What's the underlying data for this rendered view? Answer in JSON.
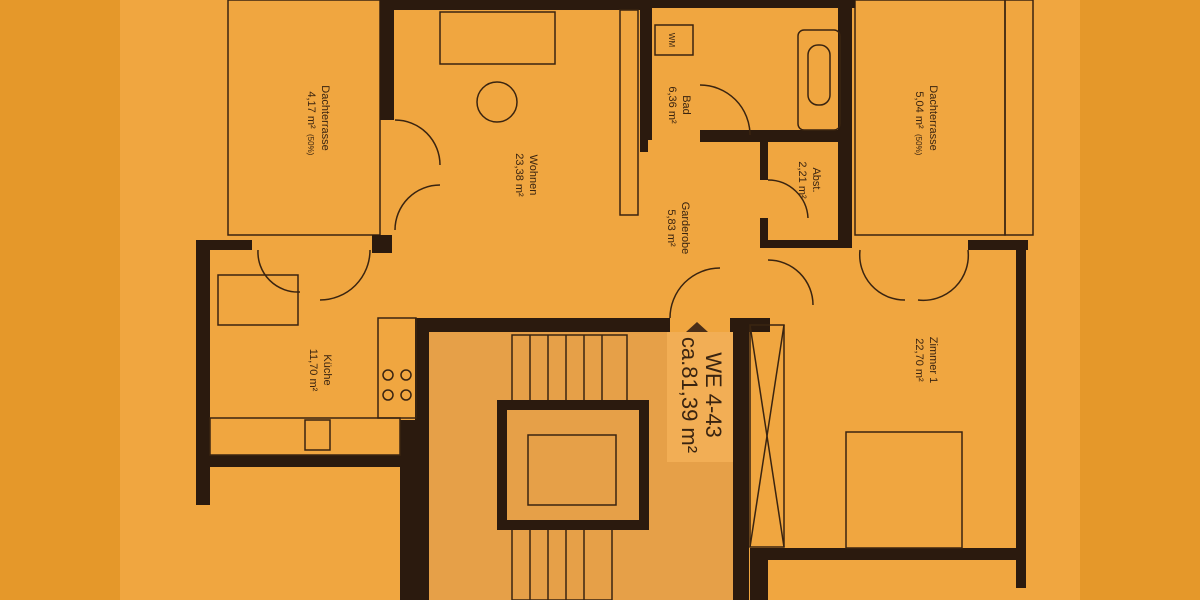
{
  "colors": {
    "paper": "#f0a640",
    "margin": "#e5982a",
    "wall": "#2b1a0e",
    "text": "#3a2410",
    "stair_area": "#e6a048"
  },
  "unit": {
    "id": "WE 4-43",
    "area": "ca.81,39 m²"
  },
  "rooms": [
    {
      "name": "Dachterrasse",
      "area": "4,17 m²",
      "note": "(50%)"
    },
    {
      "name": "Wohnen",
      "area": "23,38 m²"
    },
    {
      "name": "Bad",
      "area": "6,36 m²"
    },
    {
      "name": "WM"
    },
    {
      "name": "Garderobe",
      "area": "5,83 m²"
    },
    {
      "name": "Abst.",
      "area": "2,21 m²"
    },
    {
      "name": "Dachterrasse",
      "area": "5,04 m²",
      "note": "(50%)"
    },
    {
      "name": "Küche",
      "area": "11,70 m²"
    },
    {
      "name": "Zimmer 1",
      "area": "22,70 m²"
    }
  ]
}
